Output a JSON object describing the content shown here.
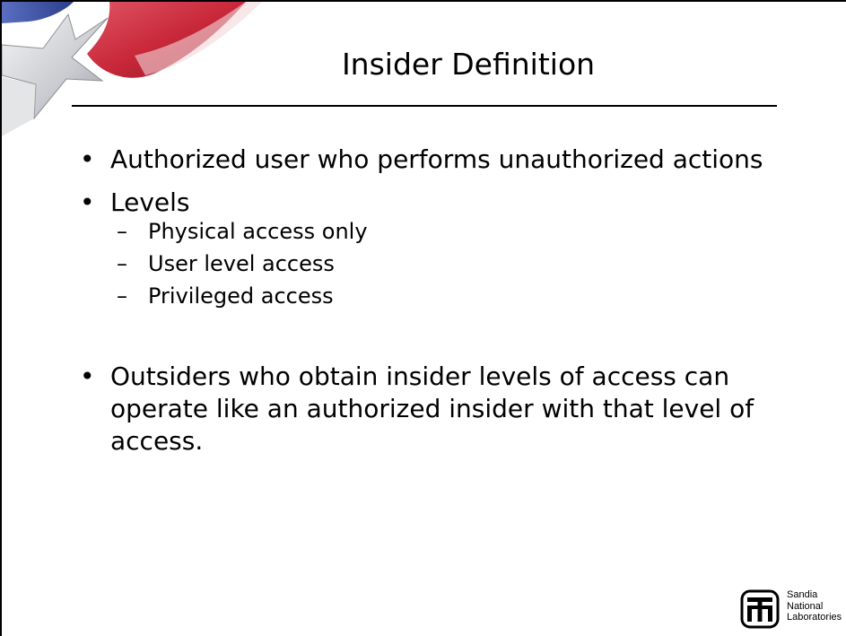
{
  "slide": {
    "title": "Insider Definition",
    "bullets": [
      {
        "text": "Authorized user who performs unauthorized actions",
        "children": []
      },
      {
        "text": "Levels",
        "children": [
          "Physical access only",
          "User level access",
          "Privileged access"
        ]
      },
      {
        "text": "Outsiders who obtain insider levels of access can operate like an authorized insider with that level of access.",
        "children": []
      }
    ],
    "bullet_glyph": "•",
    "sub_bullet_glyph": "–"
  },
  "logo": {
    "line1": "Sandia",
    "line2": "National",
    "line3": "Laboratories"
  },
  "colors": {
    "flag_red": "#c8283a",
    "flag_blue": "#2b3f8c",
    "star_gray": "#c9cbd0"
  }
}
